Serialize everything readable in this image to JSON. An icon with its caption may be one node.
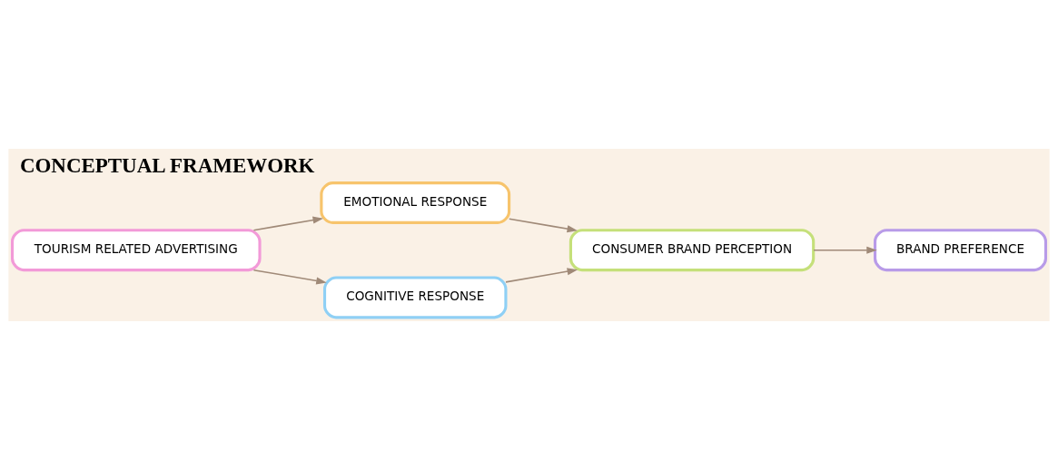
{
  "diagram": {
    "title": "CONCEPTUAL FRAMEWORK",
    "nodes": [
      {
        "text": [
          "TOURISM RELATED ADVERTISING"
        ]
      },
      {
        "text": [
          "EMOTIONAL RESPONSE"
        ]
      },
      {
        "text": [
          "COGNITIVE RESPONSE"
        ]
      },
      {
        "text": [
          "CONSUMER BRAND PERCEPTION"
        ]
      },
      {
        "text": [
          "BRAND PREFERENCE"
        ]
      }
    ],
    "edges": [
      {
        "from": 0,
        "to": 1,
        "arrow": "to"
      },
      {
        "from": 0,
        "to": 2,
        "arrow": "to"
      },
      {
        "from": 1,
        "to": 3,
        "arrow": "to"
      },
      {
        "from": 2,
        "to": 3,
        "arrow": "to"
      },
      {
        "from": 3,
        "to": 4,
        "arrow": "to"
      }
    ]
  }
}
